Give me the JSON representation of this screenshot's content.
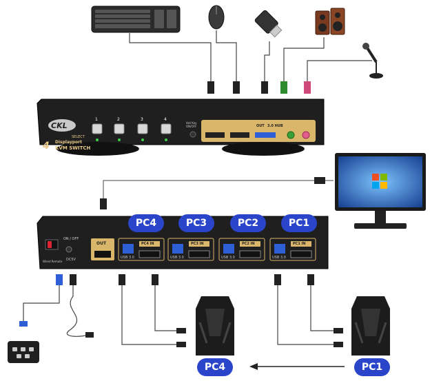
{
  "front_panel": {
    "brand": "CKL",
    "select_label": "SELECT",
    "model_line1": "Displayport",
    "model_line2": "KVM SWITCH",
    "model_number": "4",
    "port_numbers": [
      "1",
      "2",
      "3",
      "4"
    ],
    "hotkey_label": "Hot Key ON/OFF",
    "usb_hub_label": "3.0 HUB",
    "out_label": "OUT"
  },
  "rear_panel": {
    "pc_labels": [
      "PC4",
      "PC3",
      "PC2",
      "PC1"
    ],
    "port_in_labels": [
      "PC4 IN",
      "PC3 IN",
      "PC2 IN",
      "PC1 IN"
    ],
    "usb_label": "USB 3.0",
    "out_label": "OUT",
    "power_label": "ON / OFF",
    "dc_label": "DC5V",
    "wired_remote_label": "Wired Remote"
  },
  "bottom_labels": {
    "left_pc": "PC4",
    "right_pc": "PC1"
  },
  "colors": {
    "accent_blue": "#2a45c9",
    "panel_gold": "#d9b66a",
    "device_black": "#1c1c1c"
  }
}
